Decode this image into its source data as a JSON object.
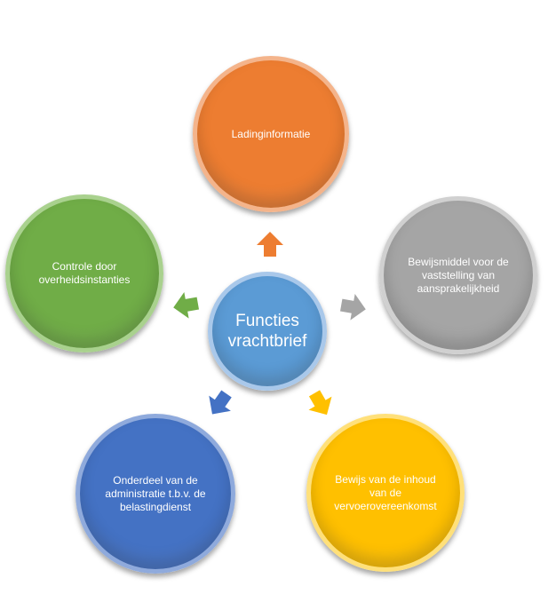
{
  "diagram": {
    "center": {
      "label": "Functies vrachtbrief",
      "color": "#5b9bd5",
      "border": "#a9c8ea"
    },
    "nodes": [
      {
        "label": "Ladinginformatie",
        "color": "#ed7d31",
        "border": "#f4b48b",
        "arrow_color": "#ed7d31"
      },
      {
        "label": "Bewijsmiddel voor de vaststelling van aansprakelijkheid",
        "color": "#a5a5a5",
        "border": "#d0d0d0",
        "arrow_color": "#a5a5a5"
      },
      {
        "label": "Bewijs van de inhoud van de vervoerovereenkomst",
        "color": "#ffc000",
        "border": "#ffe07a",
        "arrow_color": "#ffc000"
      },
      {
        "label": "Onderdeel van de administratie t.b.v. de belastingdienst",
        "color": "#4472c4",
        "border": "#8faadc",
        "arrow_color": "#4472c4"
      },
      {
        "label": "Controle door overheidsinstanties",
        "color": "#70ad47",
        "border": "#a9d18e",
        "arrow_color": "#70ad47"
      }
    ]
  }
}
